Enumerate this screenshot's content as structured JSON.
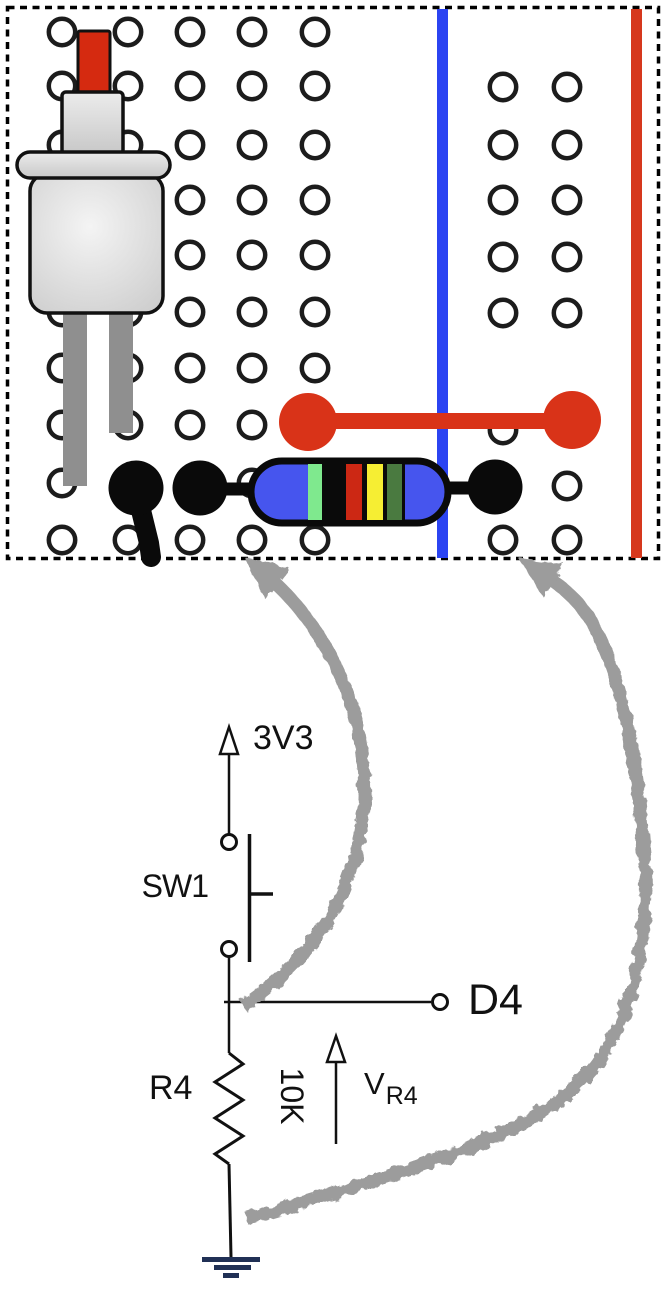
{
  "labels": {
    "supply": "3V3",
    "switch": "SW1",
    "gpio_node": "D4",
    "resistor_ref": "R4",
    "resistor_value": "10K",
    "voltage_base": "V",
    "voltage_sub": "R4"
  },
  "colors": {
    "rail_blue": "#2b44f2",
    "rail_red": "#d6381d",
    "jumper_red": "#d93318",
    "button_red": "#d52a10",
    "button_gray": "#dcdcdc",
    "leg_gray": "#8f8f8f",
    "resistor_body": "#4655ee",
    "resistor_bands": [
      "#7fe98e",
      "#0a0a0a",
      "#cc2814",
      "#f6ee33",
      "#4a7a40"
    ],
    "arrow_gray": "#9c9c9c",
    "ground_navy": "#203055"
  }
}
